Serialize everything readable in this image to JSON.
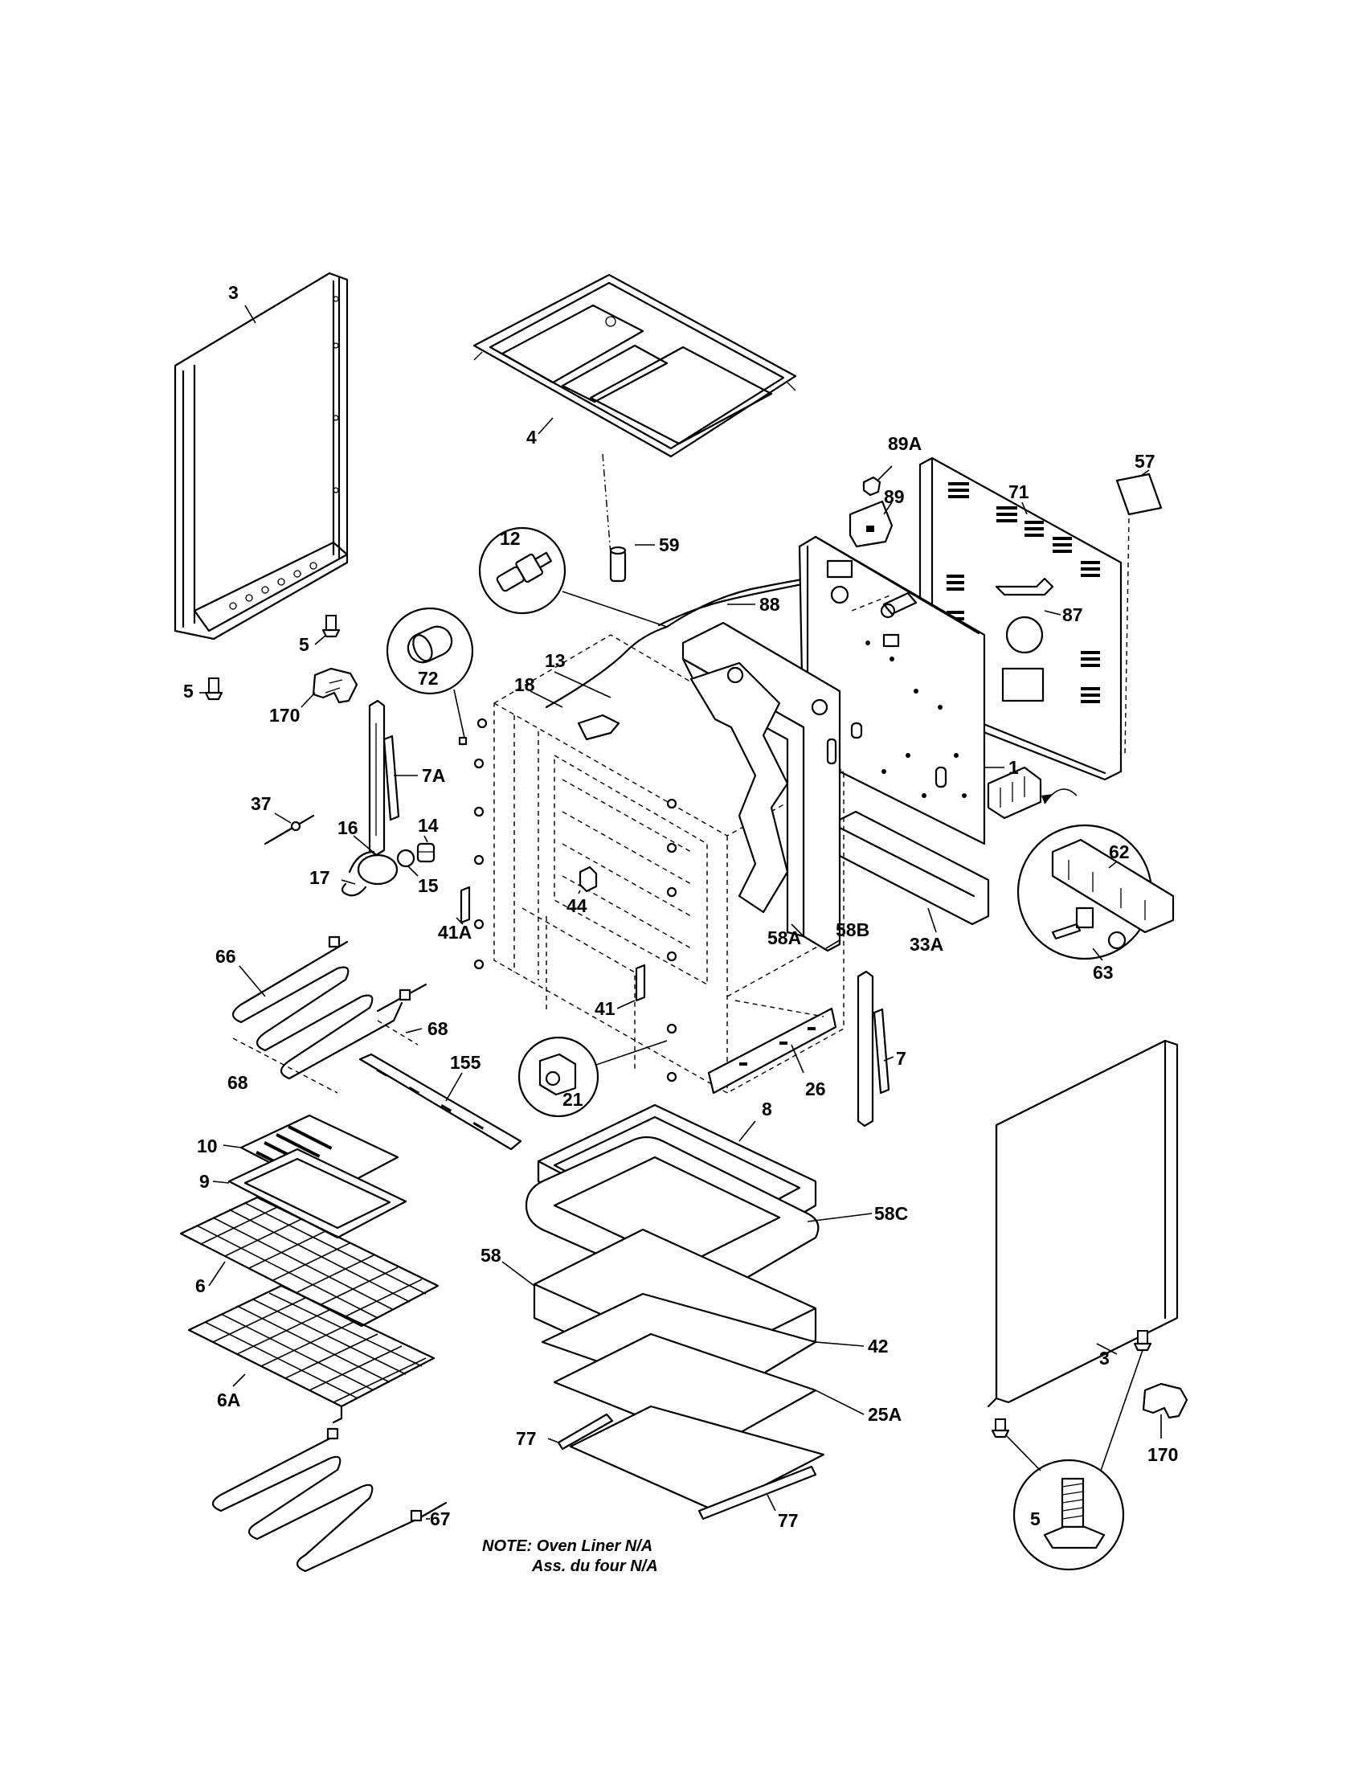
{
  "callouts": {
    "c3a": "3",
    "c4": "4",
    "c5a": "5",
    "c5b": "5",
    "c170a": "170",
    "c12": "12",
    "c59": "59",
    "c88": "88",
    "c89a": "89A",
    "c89": "89",
    "c71": "71",
    "c57": "57",
    "c87": "87",
    "c72": "72",
    "c13": "13",
    "c18": "18",
    "c7a": "7A",
    "c1": "1",
    "c37": "37",
    "c14": "14",
    "c16": "16",
    "c17": "17",
    "c15": "15",
    "c44": "44",
    "c41a": "41A",
    "c58a": "58A",
    "c58b": "58B",
    "c33a": "33A",
    "c62": "62",
    "c63": "63",
    "c66": "66",
    "c68a": "68",
    "c68b": "68",
    "c41": "41",
    "c155": "155",
    "c21": "21",
    "c26": "26",
    "c7": "7",
    "c8": "8",
    "c10": "10",
    "c9": "9",
    "c58c": "58C",
    "c58": "58",
    "c6": "6",
    "c42": "42",
    "c6a": "6A",
    "c25a": "25A",
    "c3b": "3",
    "c77a": "77",
    "c77b": "77",
    "c5c": "5",
    "c170b": "170",
    "c67": "67"
  },
  "note": {
    "line1": "NOTE: Oven Liner N/A",
    "line2": "Ass. du four N/A"
  }
}
